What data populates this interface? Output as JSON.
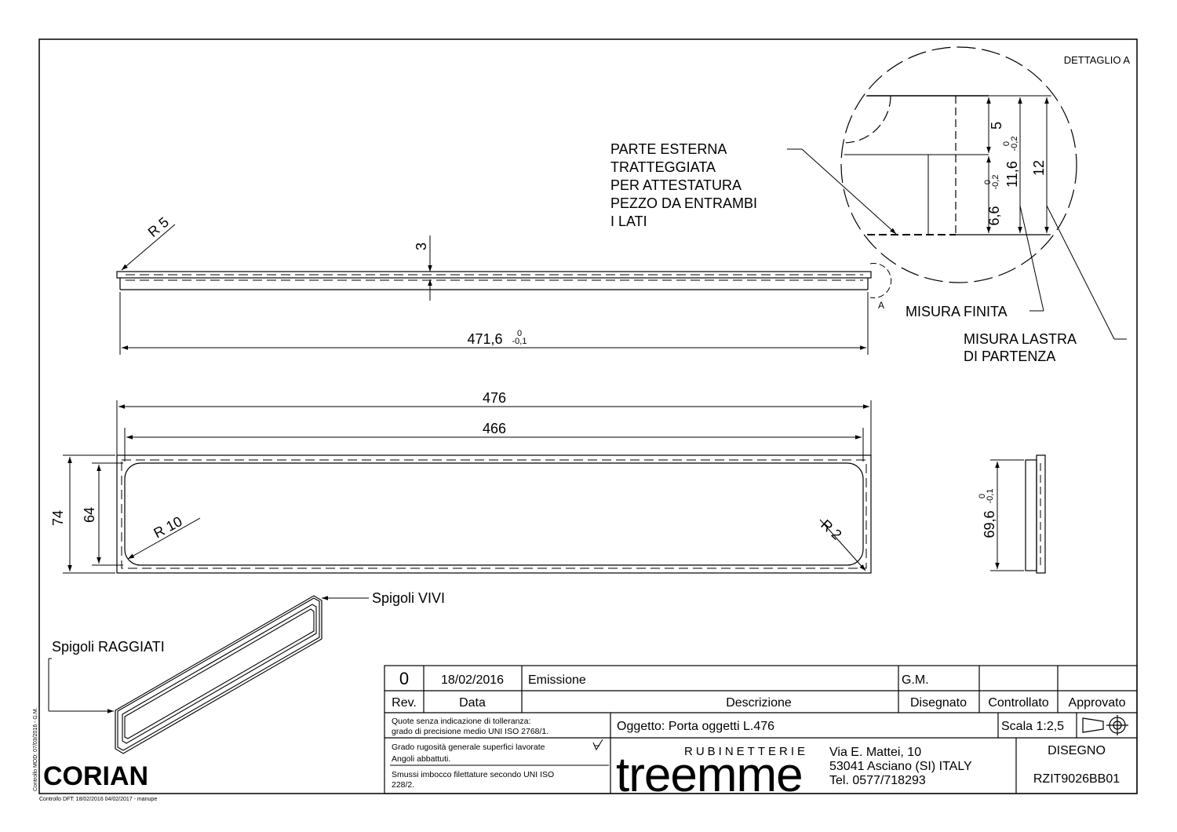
{
  "detail": {
    "title": "DETTAGLIO A",
    "dim_5": "5",
    "dim_6_6": "6,6",
    "dim_11_6": "11,6",
    "dim_12": "12",
    "tol_0": "0",
    "tol_02": "-0,2",
    "tol_01": "-0,1",
    "label_misura_finita": "MISURA FINITA",
    "label_misura_lastra_1": "MISURA LASTRA",
    "label_misura_lastra_2": "DI PARTENZA"
  },
  "note": {
    "lines": [
      "PARTE ESTERNA",
      "TRATTEGGIATA",
      "PER ATTESTATURA",
      "PEZZO DA ENTRAMBI",
      "I LATI"
    ]
  },
  "side_view": {
    "radius_5": "R 5",
    "dim_3": "3",
    "dim_length": "471,6",
    "detail_marker": "A"
  },
  "front_view": {
    "dim_476": "476",
    "dim_466": "466",
    "dim_74": "74",
    "dim_64": "64",
    "radius_10": "R 10",
    "radius_2": "R 2"
  },
  "end_view": {
    "dim_69_6": "69,6"
  },
  "iso_view": {
    "label_vivi": "Spigoli VIVI",
    "label_raggiati": "Spigoli RAGGIATI"
  },
  "material": "CORIAN",
  "margin_notes": {
    "vertical": "Controllo MOD: 07/03/2016 - G.M.",
    "bottom": "Controllo DFT: 18/02/2016 04/02/2017 - manupe"
  },
  "title_block": {
    "rev_value": "0",
    "date_value": "18/02/2016",
    "desc_value": "Emissione",
    "drawn_value": "G.M.",
    "rev_header": "Rev.",
    "date_header": "Data",
    "desc_header": "Descrizione",
    "drawn_header": "Disegnato",
    "checked_header": "Controllato",
    "approved_header": "Approvato",
    "tolerance_1": "Quote senza indicazione di tolleranza:",
    "tolerance_2": "grado di precisione medio UNI ISO 2768/1.",
    "roughness_1": "Grado rugosità generale superfici lavorate",
    "roughness_2": "Angoli abbattuti.",
    "chamfer_1": "Smussi imbocco filettature secondo UNI ISO",
    "chamfer_2": "228/2.",
    "subject": "Oggetto: Porta oggetti L.476",
    "scale": "Scala 1:2,5",
    "company_top": "RUBINETTERIE",
    "company_logo": "treemme",
    "address_1": "Via E. Mattei, 10",
    "address_2": "53041 Asciano (SI) ITALY",
    "address_3": "Tel. 0577/718293",
    "drawing_label": "DISEGNO",
    "drawing_number": "RZIT9026BB01"
  }
}
